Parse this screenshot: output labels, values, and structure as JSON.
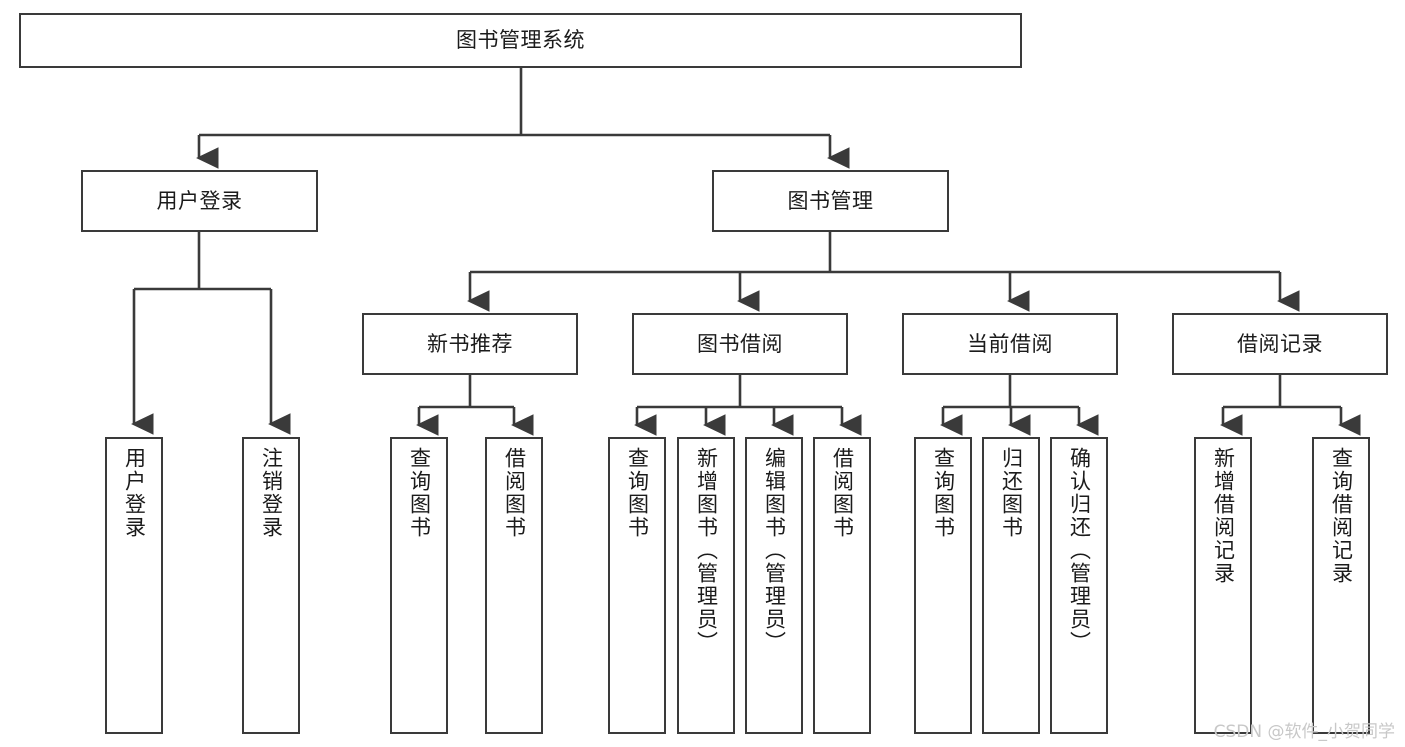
{
  "diagram": {
    "type": "tree",
    "title": "图书管理系统",
    "watermark": "CSDN @软件_小贺同学",
    "colors": {
      "border": "#3a3a3a",
      "background": "#ffffff",
      "text": "#1b1b1b",
      "edge": "#3a3a3a",
      "watermark": "#c8c8c8"
    },
    "nodes": {
      "root": {
        "label": "图书管理系统"
      },
      "level2": [
        {
          "id": "user-login",
          "label": "用户登录"
        },
        {
          "id": "book-manage",
          "label": "图书管理"
        }
      ],
      "level3": [
        {
          "id": "new-book-recommend",
          "label": "新书推荐"
        },
        {
          "id": "book-borrow",
          "label": "图书借阅"
        },
        {
          "id": "current-borrow",
          "label": "当前借阅"
        },
        {
          "id": "borrow-record",
          "label": "借阅记录"
        }
      ],
      "leaves": {
        "user_login": [
          {
            "id": "leaf-user-login",
            "label": "用户登录"
          },
          {
            "id": "leaf-logout-login",
            "label": "注销登录"
          }
        ],
        "new_book_recommend": [
          {
            "id": "leaf-query-book-1",
            "label": "查询图书"
          },
          {
            "id": "leaf-borrow-book-1",
            "label": "借阅图书"
          }
        ],
        "book_borrow": [
          {
            "id": "leaf-query-book-2",
            "label": "查询图书"
          },
          {
            "id": "leaf-add-book",
            "label": "新增图书（管理员）"
          },
          {
            "id": "leaf-edit-book",
            "label": "编辑图书（管理员）"
          },
          {
            "id": "leaf-borrow-book-2",
            "label": "借阅图书"
          }
        ],
        "current_borrow": [
          {
            "id": "leaf-query-book-3",
            "label": "查询图书"
          },
          {
            "id": "leaf-return-book",
            "label": "归还图书"
          },
          {
            "id": "leaf-confirm-return",
            "label": "确认归还（管理员）"
          }
        ],
        "borrow_record": [
          {
            "id": "leaf-add-record",
            "label": "新增借阅记录"
          },
          {
            "id": "leaf-query-record",
            "label": "查询借阅记录"
          }
        ]
      }
    }
  }
}
